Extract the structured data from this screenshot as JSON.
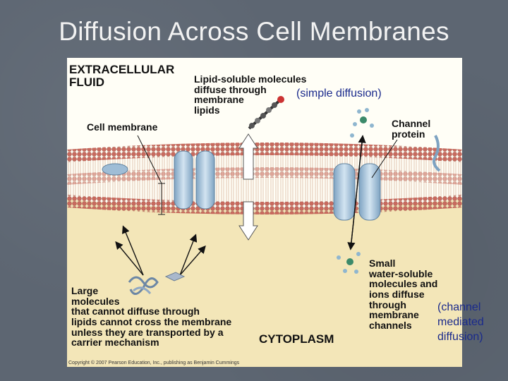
{
  "slide": {
    "title": "Diffusion Across Cell Membranes"
  },
  "diagram": {
    "extracellular_label": "EXTRACELLULAR\nFLUID",
    "lipid_soluble_label": "Lipid-soluble molecules\ndiffuse through\nmembrane\nlipids",
    "simple_diffusion_note": "(simple diffusion)",
    "cell_membrane_label": "Cell membrane",
    "channel_protein_label": "Channel\nprotein",
    "small_molecules_label": "Small\nwater-soluble\nmolecules and\nions diffuse\nthrough\nmembrane\nchannels",
    "large_molecules_label": "Large\nmolecules\nthat cannot diffuse through\nlipids cannot cross the membrane\nunless they are transported by a\ncarrier mechanism",
    "cytoplasm_label": "CYTOPLASM",
    "copyright": "Copyright © 2007 Pearson Education, Inc., publishing as Benjamin Cummings",
    "channel_note": "(channel\nmediated\ndiffusion)"
  },
  "colors": {
    "extracellular": "#fffef6",
    "cytoplasm": "#f3e6b8",
    "lipid_head": "#c86a5e",
    "protein": "#a9c6dd",
    "note_text": "#1a2a8c"
  }
}
